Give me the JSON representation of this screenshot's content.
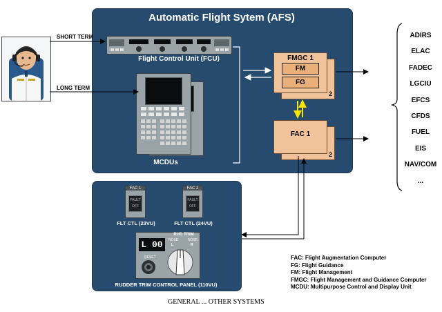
{
  "title": "Automatic Flight Sytem (AFS)",
  "inputs": {
    "short_term": "SHORT TERM",
    "long_term": "LONG TERM"
  },
  "fcu_caption": "Flight Control Unit (FCU)",
  "mcdu_caption": "MCDUs",
  "fmgc": {
    "title": "FMGC 1",
    "fm": "FM",
    "fg": "FG",
    "count": "2"
  },
  "fac": {
    "title": "FAC 1",
    "count": "2"
  },
  "systems": [
    "ADIRS",
    "ELAC",
    "FADEC",
    "LGCIU",
    "EFCS",
    "CFDS",
    "FUEL",
    "EIS",
    "NAV/COM",
    "..."
  ],
  "rudder_panel": {
    "fac1": {
      "head": "FAC 1",
      "fault": "FAULT",
      "off": "OFF",
      "caption": "FLT CTL (23VU)"
    },
    "fac2": {
      "head": "FAC 2",
      "fault": "FAULT",
      "off": "OFF",
      "caption": "FLT CTL (24VU)"
    },
    "trim_title": "RUD TRIM",
    "nose_left": "NOSE",
    "nose_right": "NOSE",
    "nose_left_sub": "L",
    "nose_right_sub": "R",
    "display_value": "L 00",
    "reset": "RESET",
    "caption": "RUDDER TRIM CONTROL PANEL (110VU)"
  },
  "legend": [
    "FAC: Flight Augmentation Computer",
    "FG: Flight Guidance",
    "FM: Flight Management",
    "FMGC: Flight Management and Guidance Computer",
    "MCDU: Multipurpose Control and Display Unit"
  ],
  "footer": "GENERAL ... OTHER SYSTEMS",
  "colors": {
    "panel_bg": "#274b6e",
    "unit_card": "#f0c39a",
    "connector_yellow": "#f5e600"
  }
}
